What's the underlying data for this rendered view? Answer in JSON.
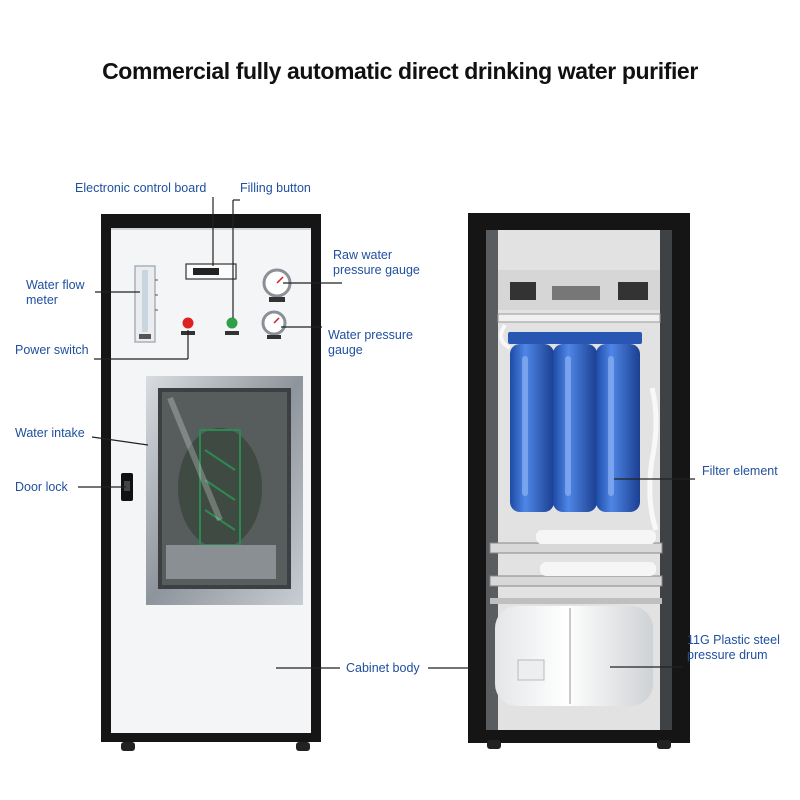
{
  "title": "Commercial fully automatic direct drinking water purifier",
  "labels": {
    "electronic_control_board": "Electronic control board",
    "filling_button": "Filling button",
    "raw_water_gauge_line1": "Raw water",
    "raw_water_gauge_line2": "pressure gauge",
    "water_flow_meter_line1": "Water flow",
    "water_flow_meter_line2": "meter",
    "power_switch": "Power switch",
    "water_pressure_gauge_line1": "Water pressure",
    "water_pressure_gauge_line2": "gauge",
    "water_intake": "Water intake",
    "door_lock": "Door lock",
    "filter_element": "Filter element",
    "cabinet_body": "Cabinet body",
    "pressure_drum_line1": "11G Plastic steel",
    "pressure_drum_line2": "pressure drum"
  },
  "colors": {
    "label_text": "#1f4f9e",
    "frame": "#151515",
    "panel": "#f4f5f7",
    "filter_blue": "#2f64c8",
    "leader_line": "#222222"
  }
}
